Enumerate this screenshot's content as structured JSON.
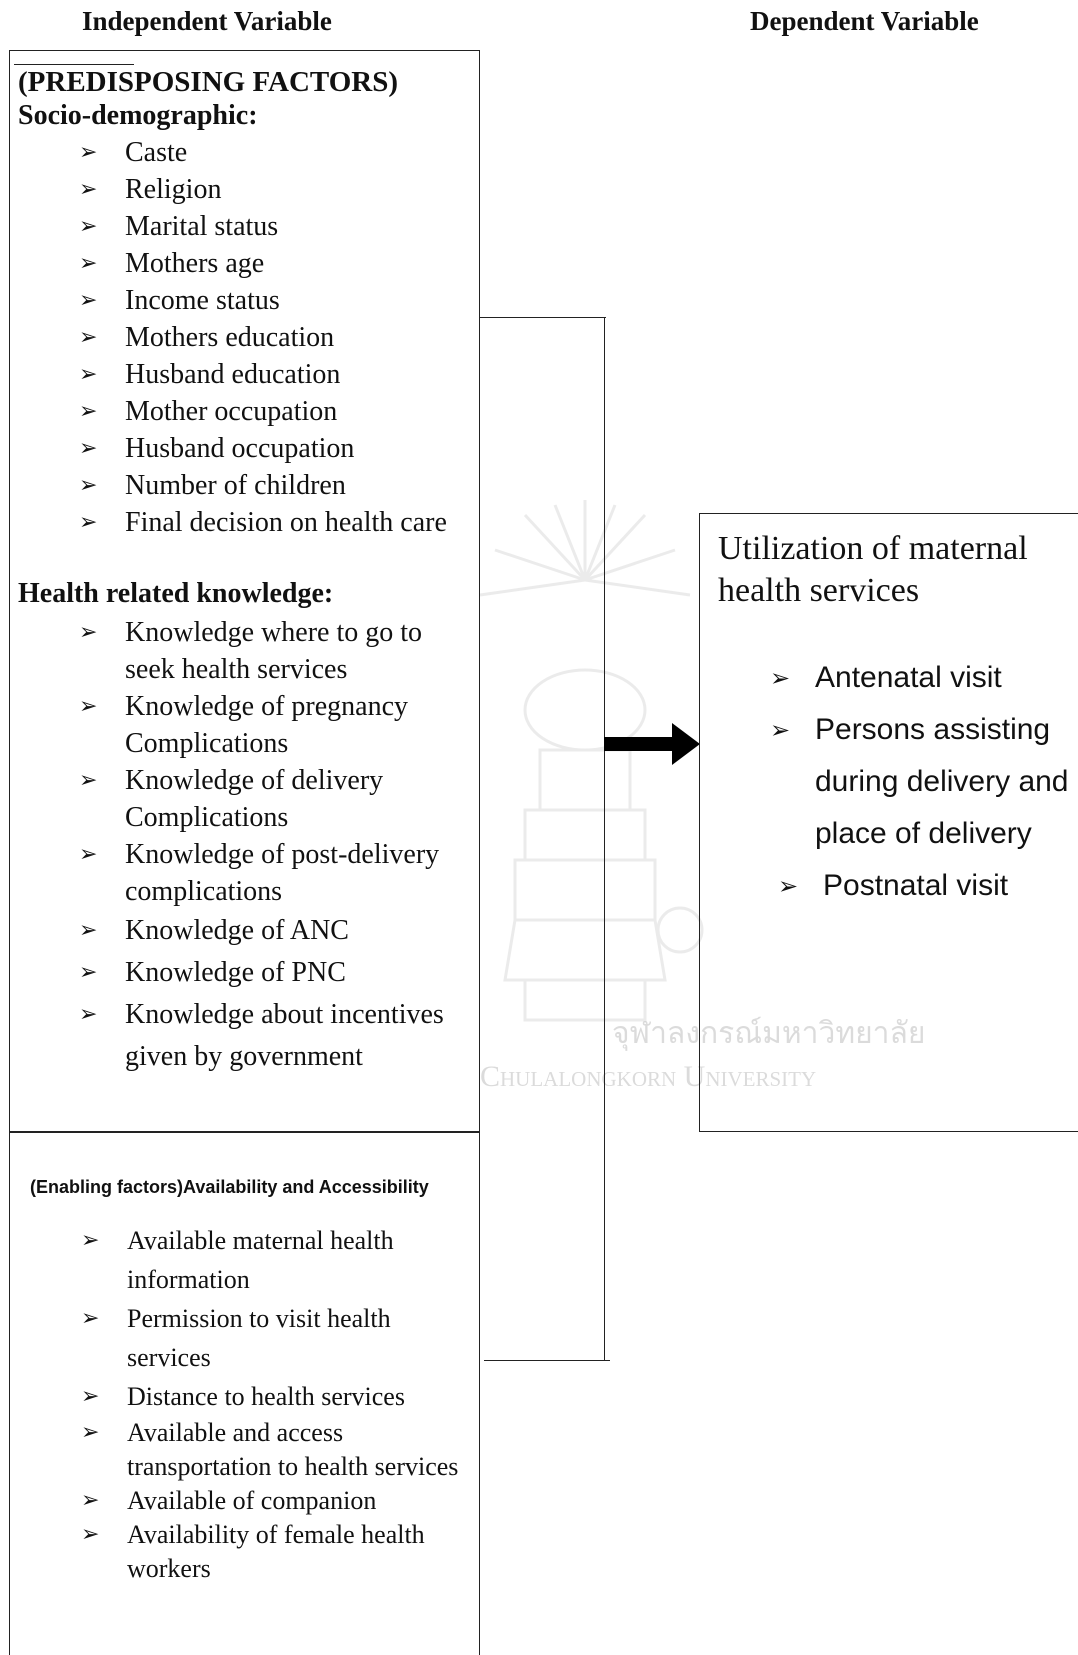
{
  "headers": {
    "independent": "Independent Variable",
    "dependent": "Dependent Variable"
  },
  "predisposing": {
    "title": "(PREDISPOSING FACTORS)",
    "socio_heading": "Socio-demographic:",
    "socio_items": [
      "Caste",
      "Religion",
      "Marital status",
      "Mothers age",
      "Income status",
      "Mothers education",
      "Husband education",
      "Mother occupation",
      "Husband occupation",
      "Number of children",
      "Final decision on  health care"
    ],
    "knowledge_heading": "Health related knowledge:",
    "knowledge_items": [
      "Knowledge where to go to seek health services",
      "Knowledge of pregnancy Complications",
      "Knowledge of delivery Complications",
      "Knowledge of post-delivery complications",
      "Knowledge of ANC",
      "Knowledge of PNC",
      "Knowledge about incentives given by government"
    ]
  },
  "enabling": {
    "title": "(Enabling factors)Availability and Accessibility",
    "items": [
      "Available maternal health information",
      "Permission to visit health services",
      "Distance to health services",
      "Available and access transportation to health services",
      "Available of companion",
      "Availability of female health workers"
    ]
  },
  "dependent": {
    "title": "Utilization of maternal health services",
    "items": [
      "Antenatal visit",
      "Persons assisting during delivery and place of delivery",
      "Postnatal visit"
    ]
  },
  "icons": {
    "bullet": "arrowhead-bullet-icon",
    "connector": "right-arrow-icon"
  },
  "watermark": {
    "line1": "จุฬาลงกรณ์มหาวิทยาลัย",
    "line2": "Chulalongkorn University"
  },
  "colors": {
    "border": "#222222",
    "text": "#111111",
    "background": "#ffffff"
  }
}
